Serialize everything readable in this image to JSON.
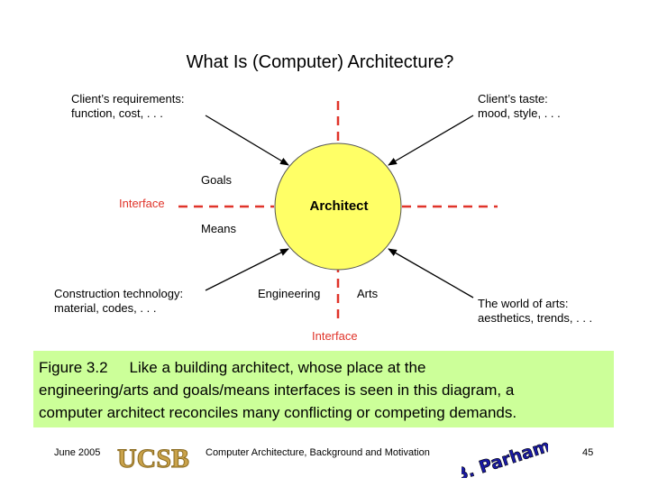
{
  "slide": {
    "title": "What Is (Computer) Architecture?"
  },
  "diagram": {
    "center_label": "Architect",
    "top_left": {
      "line1": "Client’s requirements:",
      "line2": "function, cost, . . ."
    },
    "top_right": {
      "line1": "Client’s taste:",
      "line2": "mood, style, . . ."
    },
    "bottom_left": {
      "line1": "Construction technology:",
      "line2": "material, codes, . . ."
    },
    "bottom_right": {
      "line1": "The world of arts:",
      "line2": "aesthetics, trends, . . ."
    },
    "goals": "Goals",
    "means": "Means",
    "engineering": "Engineering",
    "arts": "Arts",
    "interface_left": "Interface",
    "interface_bottom": "Interface",
    "colors": {
      "circle_fill": "#ffff66",
      "dash": "#e0342a",
      "interface_text": "#e0342a"
    }
  },
  "caption": {
    "figure": "Figure 3.2",
    "line1": "Like a building architect, whose place at the",
    "line2": "engineering/arts and goals/means interfaces is seen in this diagram, a",
    "line3": "computer architect reconciles many conflicting or competing demands.",
    "background": "#ccff99"
  },
  "footer": {
    "date": "June 2005",
    "logo_text": "UCSB",
    "course": "Computer Architecture, Background and Motivation",
    "signature": "B. Parhami",
    "page": "45"
  }
}
